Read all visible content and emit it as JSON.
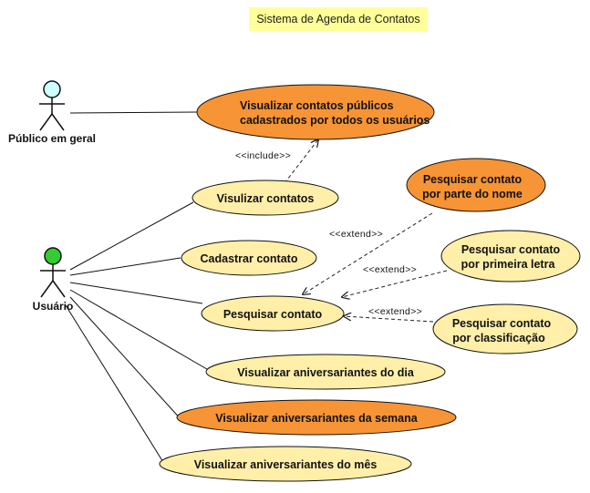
{
  "title": "Sistema de Agenda de Contatos",
  "colors": {
    "use_case_primary": "#ffefa8",
    "use_case_highlight": "#f79436",
    "title_background": "#ffff99",
    "actor_public_head": "#ccffff",
    "actor_user_head": "#33cc33"
  },
  "actors": [
    {
      "id": "publico",
      "label": "Público em geral"
    },
    {
      "id": "usuario",
      "label": "Usuário"
    }
  ],
  "use_cases": [
    {
      "id": "uc_publicos",
      "lines": [
        "Visualizar contatos públicos",
        "cadastrados por todos os usuários"
      ],
      "style": "highlight"
    },
    {
      "id": "uc_visualizar",
      "lines": [
        "Visulizar contatos"
      ],
      "style": "primary"
    },
    {
      "id": "uc_cadastrar",
      "lines": [
        "Cadastrar contato"
      ],
      "style": "primary"
    },
    {
      "id": "uc_pesquisar",
      "lines": [
        "Pesquisar contato"
      ],
      "style": "primary"
    },
    {
      "id": "uc_parte_nome",
      "lines": [
        "Pesquisar contato",
        "por parte do nome"
      ],
      "style": "highlight"
    },
    {
      "id": "uc_primeira_letra",
      "lines": [
        "Pesquisar contato",
        "por primeira letra"
      ],
      "style": "primary"
    },
    {
      "id": "uc_classificacao",
      "lines": [
        "Pesquisar contato",
        "por classificação"
      ],
      "style": "primary"
    },
    {
      "id": "uc_aniv_dia",
      "lines": [
        "Visualizar aniversariantes do dia"
      ],
      "style": "primary"
    },
    {
      "id": "uc_aniv_semana",
      "lines": [
        "Visualizar aniversariantes da semana"
      ],
      "style": "highlight"
    },
    {
      "id": "uc_aniv_mes",
      "lines": [
        "Visualizar aniversariantes do mês"
      ],
      "style": "primary"
    }
  ],
  "stereotypes": {
    "include": "<<include>>",
    "extend": "<<extend>>"
  }
}
